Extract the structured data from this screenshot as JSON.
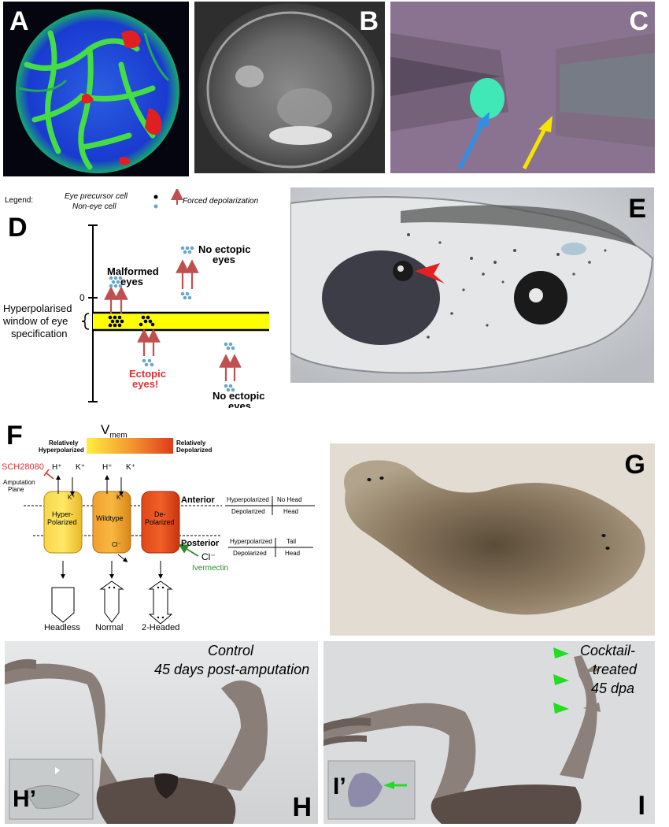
{
  "panels": {
    "A": {
      "label": "A"
    },
    "B": {
      "label": "B"
    },
    "C": {
      "label": "C"
    },
    "D": {
      "label": "D",
      "legend_prefix": "Legend:",
      "legend_eye": "Eye precursor cell",
      "legend_noneye": "Non-eye cell",
      "legend_forced": "Forced depolarization",
      "zero": "0",
      "window_line1": "Hyperpolarised",
      "window_line2": "window of eye",
      "window_line3": "specification",
      "malformed_1": "Malformed",
      "malformed_2": "eyes",
      "no_ectopic_top_1": "No ectopic",
      "no_ectopic_top_2": "eyes",
      "ectopic_1": "Ectopic",
      "ectopic_2": "eyes!",
      "no_ectopic_bot_1": "No ectopic",
      "no_ectopic_bot_2": "eyes"
    },
    "E": {
      "label": "E"
    },
    "F": {
      "label": "F",
      "vmem_main": "V",
      "vmem_sub": "mem",
      "rel_hyper_1": "Relatively",
      "rel_hyper_2": "Hyperpolarized",
      "rel_depol_1": "Relatively",
      "rel_depol_2": "Depolarized",
      "sch": "SCH28080",
      "amputation_1": "Amputation",
      "amputation_2": "Plane",
      "hplus": "H⁺",
      "kplus": "K⁺",
      "cminus": "Cl⁻",
      "cyl1_1": "Hyper-",
      "cyl1_2": "Polarized",
      "cyl2": "Wildtype",
      "cyl3_1": "De-",
      "cyl3_2": "Polarized",
      "anterior": "Anterior",
      "posterior": "Posterior",
      "ivermectin": "Ivermectin",
      "t1_r1c1": "Hyperpolarized",
      "t1_r1c2": "No Head",
      "t1_r2c1": "Depolarized",
      "t1_r2c2": "Head",
      "t2_r1c1": "Hyperpolarized",
      "t2_r1c2": "Tail",
      "t2_r2c1": "Depolarized",
      "t2_r2c2": "Head",
      "headless": "Headless",
      "normal": "Normal",
      "two_headed": "2-Headed"
    },
    "G": {
      "label": "G"
    },
    "H": {
      "label": "H",
      "inset_label": "H’",
      "caption_1": "Control",
      "caption_2": "45 days post-amputation"
    },
    "I": {
      "label": "I",
      "inset_label": "I’",
      "caption_1": "Cocktail-",
      "caption_2": "treated",
      "caption_3": "45 dpa"
    }
  },
  "colors": {
    "arrow_red": "#c05050",
    "window_yellow": "#ffff00",
    "ectopic_red": "#e03030",
    "sch_red": "#e03030",
    "ivermectin_green": "#2a8a2a",
    "green_arrowhead": "#22dd22",
    "blue_arrow": "#2f8fe8",
    "yellow_arrow": "#f5e400"
  }
}
